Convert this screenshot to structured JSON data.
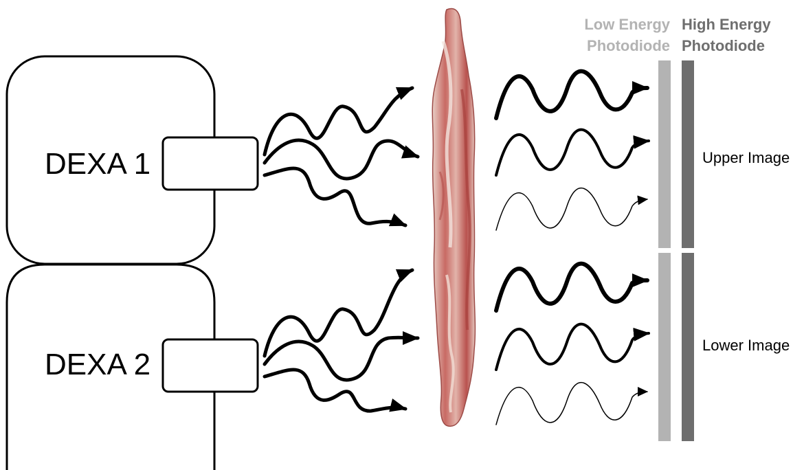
{
  "sources": [
    {
      "label": "DEXA 1"
    },
    {
      "label": "DEXA 2"
    }
  ],
  "detectors": {
    "low": {
      "line1": "Low Energy",
      "line2": "Photodiode",
      "color": "#b3b3b3"
    },
    "high": {
      "line1": "High Energy",
      "line2": "Photodiode",
      "color": "#6e6e6e"
    }
  },
  "images": {
    "upper": "Upper Image",
    "lower": "Lower Image"
  },
  "colors": {
    "stroke": "#000000",
    "meat_red": "#c0605a",
    "meat_fat": "#ecd6ce"
  }
}
